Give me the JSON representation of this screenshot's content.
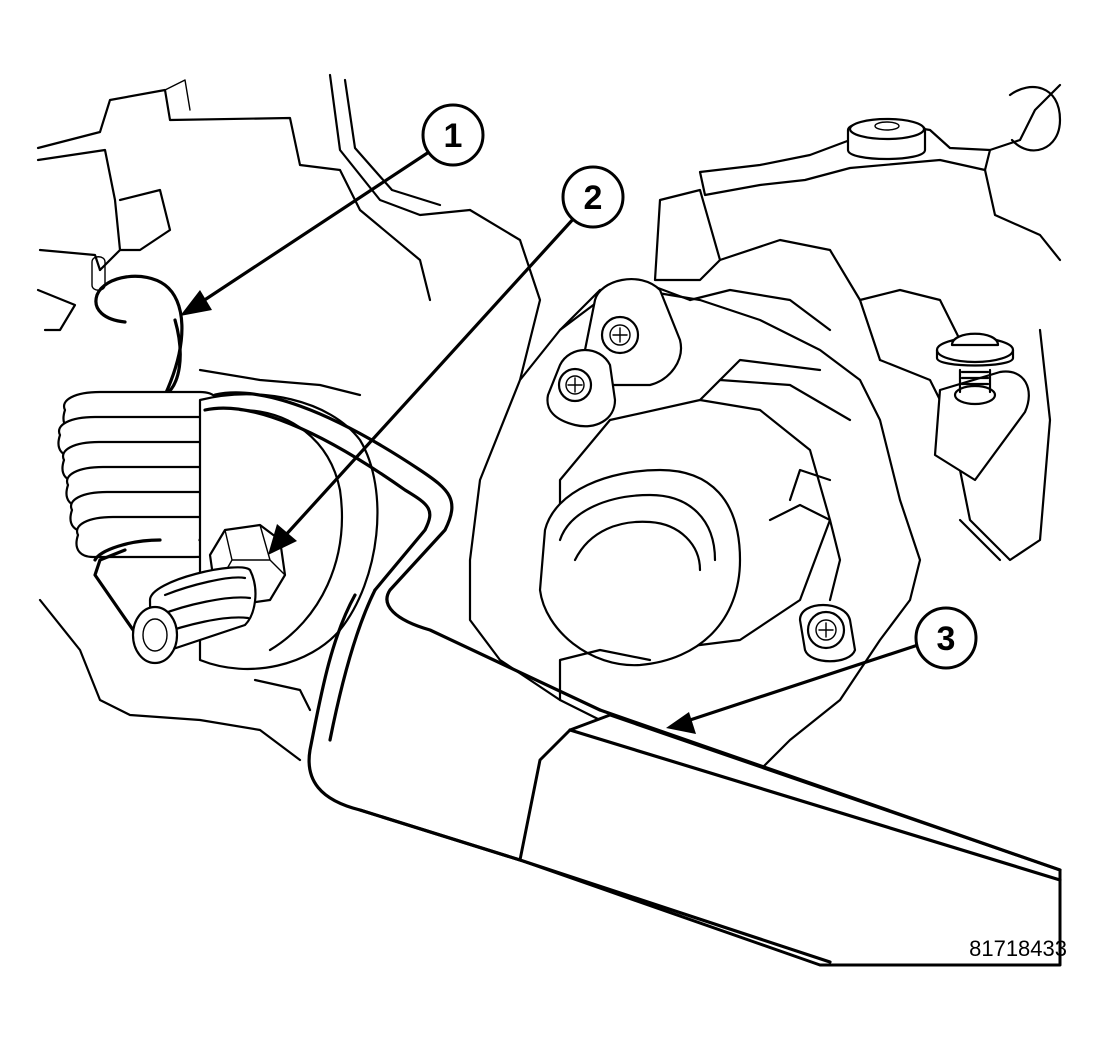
{
  "figure": {
    "id": "81718433"
  },
  "callouts": [
    {
      "label": "1",
      "part": "spring"
    },
    {
      "label": "2",
      "part": "stud"
    },
    {
      "label": "3",
      "part": "cable-rod"
    }
  ]
}
